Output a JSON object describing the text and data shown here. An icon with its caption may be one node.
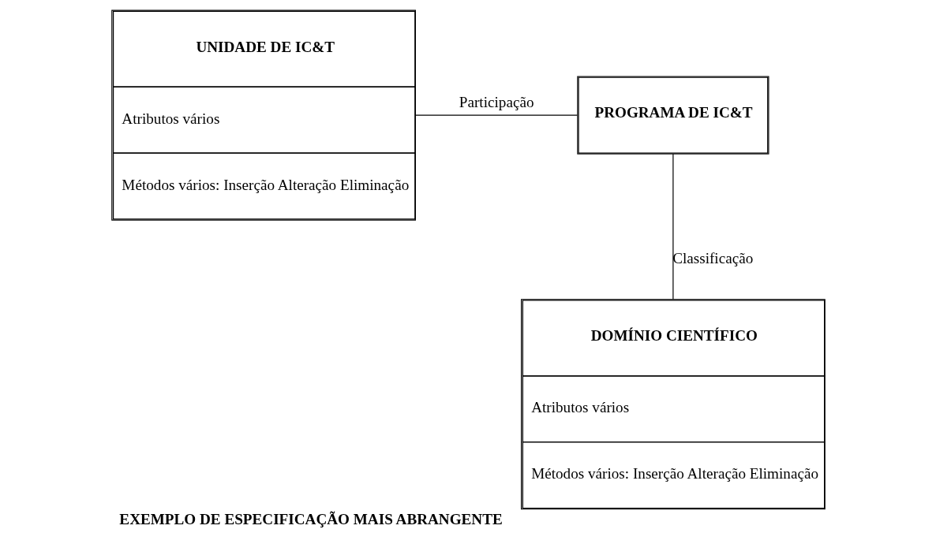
{
  "diagram": {
    "caption": "EXEMPLO DE ESPECIFICAÇÃO MAIS ABRANGENTE",
    "nodes": [
      {
        "text": [
          "UNIDADE DE IC&T",
          "Atributos vários",
          "Métodos vários: Inserção Alteração Eliminação"
        ]
      },
      {
        "text": [
          "PROGRAMA DE IC&T"
        ]
      },
      {
        "text": [
          "DOMÍNIO CIENTÍFICO",
          "Atributos vários",
          "Métodos vários: Inserção Alteração Eliminação"
        ]
      }
    ],
    "edges": [
      {
        "from": 0,
        "to": 1,
        "arrow": "none",
        "label": "Participação"
      },
      {
        "from": 1,
        "to": 2,
        "arrow": "none",
        "label": "Classificação"
      }
    ]
  }
}
